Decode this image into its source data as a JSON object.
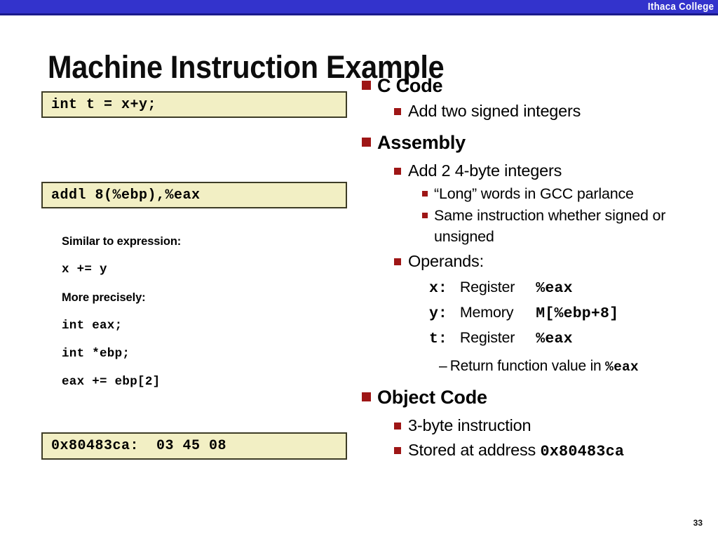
{
  "banner": {
    "brand": "Ithaca College",
    "background_color": "#3333cc",
    "rule_color": "#1a1a8c"
  },
  "title": "Machine Instruction Example",
  "theme": {
    "bullet_color": "#9e1616",
    "code_box_fill": "#f2efc4",
    "code_box_border": "#3d3c26"
  },
  "code_boxes": {
    "c_source": "int t = x+y;",
    "assembly": "addl 8(%ebp),%eax",
    "object": "0x80483ca:  03 45 08"
  },
  "left_notes": [
    {
      "text": "Similar to expression:",
      "style": "prose"
    },
    {
      "text": "x += y",
      "style": "mono"
    },
    {
      "text": "More precisely:",
      "style": "prose"
    },
    {
      "text": "int eax;",
      "style": "mono"
    },
    {
      "text": "int *ebp;",
      "style": "mono"
    },
    {
      "text": "eax += ebp[2]",
      "style": "mono"
    }
  ],
  "outline": {
    "c_code_heading": "C Code",
    "c_code_point": "Add two signed integers",
    "assembly_heading": "Assembly",
    "assembly_point": "Add 2 4-byte integers",
    "assembly_sub_1": "“Long” words in GCC parlance",
    "assembly_sub_2": "Same instruction whether signed or unsigned",
    "operands_heading": "Operands:",
    "return_note_prefix": "Return function value in ",
    "return_note_code": "%eax",
    "object_code_heading": "Object Code",
    "object_point_1": "3-byte instruction",
    "object_point_2_prefix": "Stored at address ",
    "object_point_2_code": "0x80483ca"
  },
  "operands": {
    "rows": [
      {
        "var": "x:",
        "kind": "Register",
        "location": "%eax"
      },
      {
        "var": "y:",
        "kind": "Memory",
        "location": "M[%ebp+8]"
      },
      {
        "var": "t:",
        "kind": "Register",
        "location": "%eax"
      }
    ]
  },
  "page_number": "33"
}
